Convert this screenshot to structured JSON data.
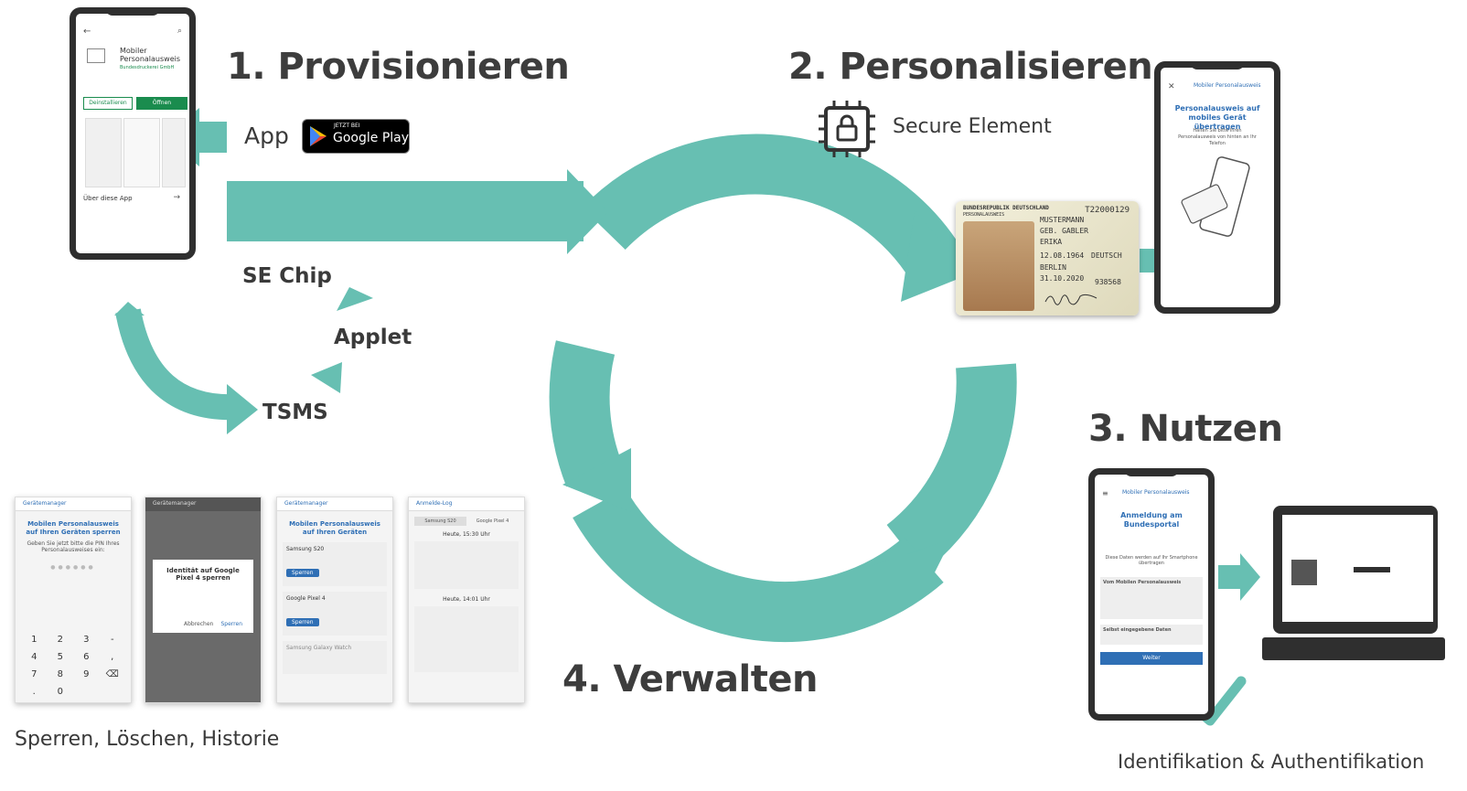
{
  "colors": {
    "accent": "#67bfb2",
    "text": "#3d3d3d",
    "phone": "#2f2f2f",
    "link": "#2f6fb5"
  },
  "steps": {
    "provision": "1. Provisionieren",
    "personalize": "2. Personalisieren",
    "use": "3. Nutzen",
    "manage": "4. Verwalten"
  },
  "labels": {
    "app": "App",
    "se_chip": "SE Chip",
    "applet": "Applet",
    "tsms": "TSMS",
    "secure_element": "Secure Element",
    "manage_caption": "Sperren, Löschen, Historie",
    "use_caption": "Identifikation & Authentifikation"
  },
  "google_play": {
    "small": "JETZT BEI",
    "big": "Google Play"
  },
  "store_phone": {
    "app_name": "Mobiler Personalausweis",
    "publisher": "Bundesdruckerei GmbH",
    "uninstall": "Deinstallieren",
    "open": "Öffnen",
    "about": "Über diese App"
  },
  "transfer_phone": {
    "bar_title": "Mobiler Personalausweis",
    "title": "Personalausweis auf mobiles Gerät übertragen",
    "text": "Halten Sie bitte Ihren Personalausweis von hinten an Ihr Telefon"
  },
  "id_card": {
    "country": "BUNDESREPUBLIK DEUTSCHLAND",
    "doc": "PERSONALAUSWEIS",
    "number": "T22000129",
    "surname": "MUSTERMANN",
    "birth_name": "GEB. GABLER",
    "given": "ERIKA",
    "dob": "12.08.1964",
    "nationality": "DEUTSCH",
    "place": "BERLIN",
    "expiry": "31.10.2020",
    "can": "938568"
  },
  "portal_phone": {
    "bar_title": "Mobiler Personalausweis",
    "title": "Anmeldung am Bundesportal",
    "info": "Diese Daten werden auf Ihr Smartphone übertragen",
    "section1": "Vom Mobilen Personalausweis",
    "section2": "Selbst eingegebene Daten",
    "button": "Weiter"
  },
  "mini_screens": {
    "s1_bar": "Gerätemanager",
    "s1_title": "Mobilen Personalausweis auf Ihren Geräten sperren",
    "s1_text": "Geben Sie jetzt bitte die PIN Ihres Personalausweises ein:",
    "keypad": [
      "1",
      "2",
      "3",
      "-",
      "4",
      "5",
      "6",
      ",",
      "7",
      "8",
      "9",
      "⌫",
      ".",
      "0",
      "",
      ""
    ],
    "s2_bar": "Gerätemanager",
    "s2_dialog_title": "Identität auf Google Pixel 4 sperren",
    "s2_cancel": "Abbrechen",
    "s2_lock": "Sperren",
    "s3_bar": "Gerätemanager",
    "s3_title": "Mobilen Personalausweis auf Ihren Geräten",
    "s3_dev1": "Samsung S20",
    "s3_dev2": "Google Pixel 4",
    "s3_dev3": "Samsung Galaxy Watch",
    "s3_lock": "Sperren",
    "s4_bar": "Anmelde-Log",
    "s4_tab1": "Samsung S20",
    "s4_tab2": "Google Pixel 4",
    "s4_time1": "Heute, 15:30 Uhr",
    "s4_time2": "Heute, 14:01 Uhr"
  }
}
